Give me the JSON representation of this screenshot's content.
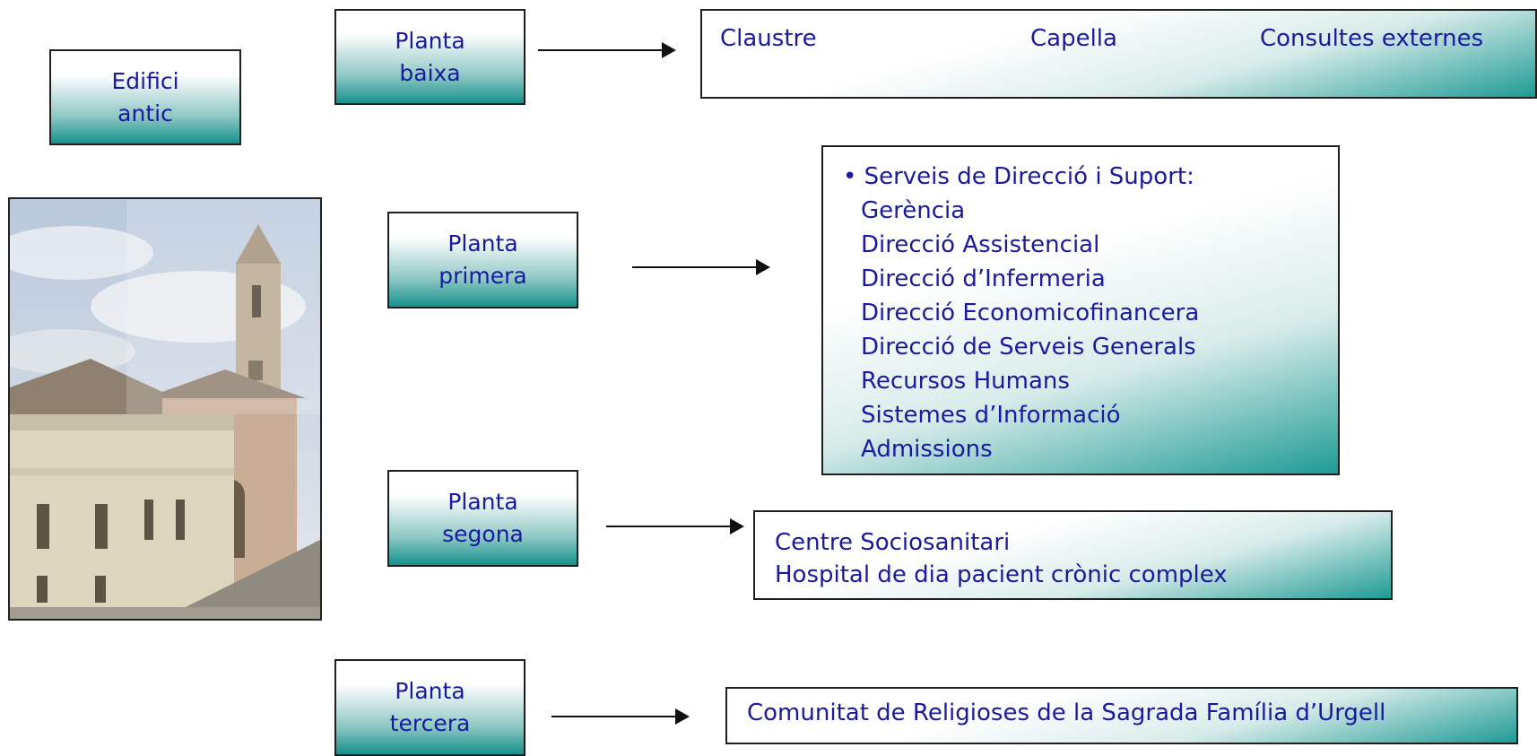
{
  "building_label": "Edifici\nantic",
  "floors": [
    {
      "label": "Planta\nbaixa",
      "items": [
        "Claustre",
        "Capella",
        "Consultes externes"
      ]
    },
    {
      "label": "Planta\nprimera",
      "heading": "• Serveis de Direcció i Suport:",
      "items": [
        "Gerència",
        "Direcció Assistencial",
        "Direcció d’Infermeria",
        "Direcció Economicofinancera",
        "Direcció de Serveis Generals",
        "Recursos Humans",
        "Sistemes d’Informació",
        "Admissions"
      ]
    },
    {
      "label": "Planta\nsegona",
      "items": [
        "Centre Sociosanitari",
        "Hospital de dia pacient crònic complex"
      ]
    },
    {
      "label": "Planta\ntercera",
      "items": [
        "Comunitat de Religioses de la Sagrada Família d’Urgell"
      ]
    }
  ],
  "colors": {
    "text": "#1a1aa0",
    "teal": "#16918c",
    "border": "#1f1f1f"
  },
  "photo": {
    "description": "building-photo"
  }
}
